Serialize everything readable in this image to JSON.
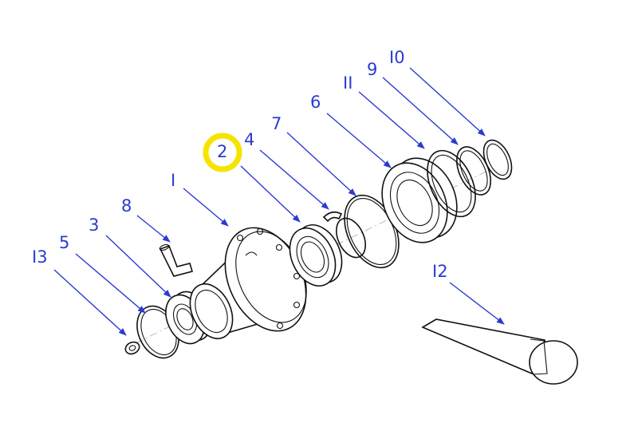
{
  "diagram": {
    "callouts": [
      {
        "id": "13",
        "text": "I3"
      },
      {
        "id": "5",
        "text": "5"
      },
      {
        "id": "3",
        "text": "3"
      },
      {
        "id": "8",
        "text": "8"
      },
      {
        "id": "1",
        "text": "I"
      },
      {
        "id": "2",
        "text": "2"
      },
      {
        "id": "4",
        "text": "4"
      },
      {
        "id": "7",
        "text": "7"
      },
      {
        "id": "6",
        "text": "6"
      },
      {
        "id": "11",
        "text": "II"
      },
      {
        "id": "9",
        "text": "9"
      },
      {
        "id": "10",
        "text": "I0"
      },
      {
        "id": "12",
        "text": "I2"
      }
    ],
    "highlighted_callout": "2",
    "colors": {
      "label": "#2b3bd0",
      "highlight": "#f5e400",
      "line_art": "#111111"
    }
  }
}
